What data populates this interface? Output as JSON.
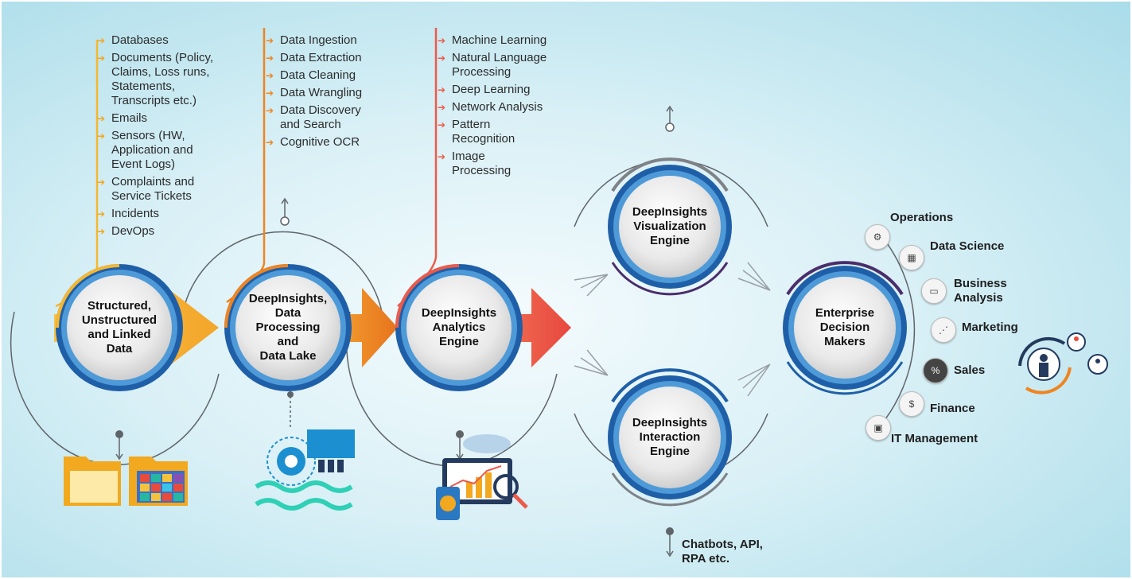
{
  "sources": {
    "title": "Structured,\nUnstructured\nand Linked\nData",
    "items": [
      "Databases",
      "Documents (Policy,\nClaims, Loss runs,\nStatements,\nTranscripts etc.)",
      "Emails",
      "Sensors (HW,\nApplication and\nEvent Logs)",
      "Complaints and\nService Tickets",
      "Incidents",
      "DevOps"
    ]
  },
  "processing": {
    "title": "DeepInsights,\nData\nProcessing\nand\nData Lake",
    "items": [
      "Data Ingestion",
      "Data Extraction",
      "Data Cleaning",
      "Data Wrangling",
      "Data Discovery\nand Search",
      "Cognitive OCR"
    ]
  },
  "analytics": {
    "title": "DeepInsights\nAnalytics\nEngine",
    "items": [
      "Machine Learning",
      "Natural Language\nProcessing",
      "Deep Learning",
      "Network Analysis",
      "Pattern\nRecognition",
      "Image\nProcessing"
    ]
  },
  "visualization": {
    "title": "DeepInsights\nVisualization\nEngine"
  },
  "interaction": {
    "title": "DeepInsights\nInteraction\nEngine",
    "outputs": "Chatbots, API,\nRPA etc."
  },
  "decision": {
    "title": "Enterprise\nDecision\nMakers",
    "roles": [
      {
        "label": "Operations",
        "icon": "operations-icon"
      },
      {
        "label": "Data Science",
        "icon": "data-science-icon"
      },
      {
        "label": "Business\nAnalysis",
        "icon": "business-analysis-icon"
      },
      {
        "label": "Marketing",
        "icon": "marketing-icon"
      },
      {
        "label": "Sales",
        "icon": "sales-icon"
      },
      {
        "label": "Finance",
        "icon": "finance-icon"
      },
      {
        "label": "IT Management",
        "icon": "it-management-icon"
      }
    ]
  },
  "colors": {
    "sources": "#f5b731",
    "processing": "#ef8420",
    "analytics": "#ec5a4a",
    "ring": "#2a78c2",
    "decision_arc": "#4a2d6b"
  }
}
